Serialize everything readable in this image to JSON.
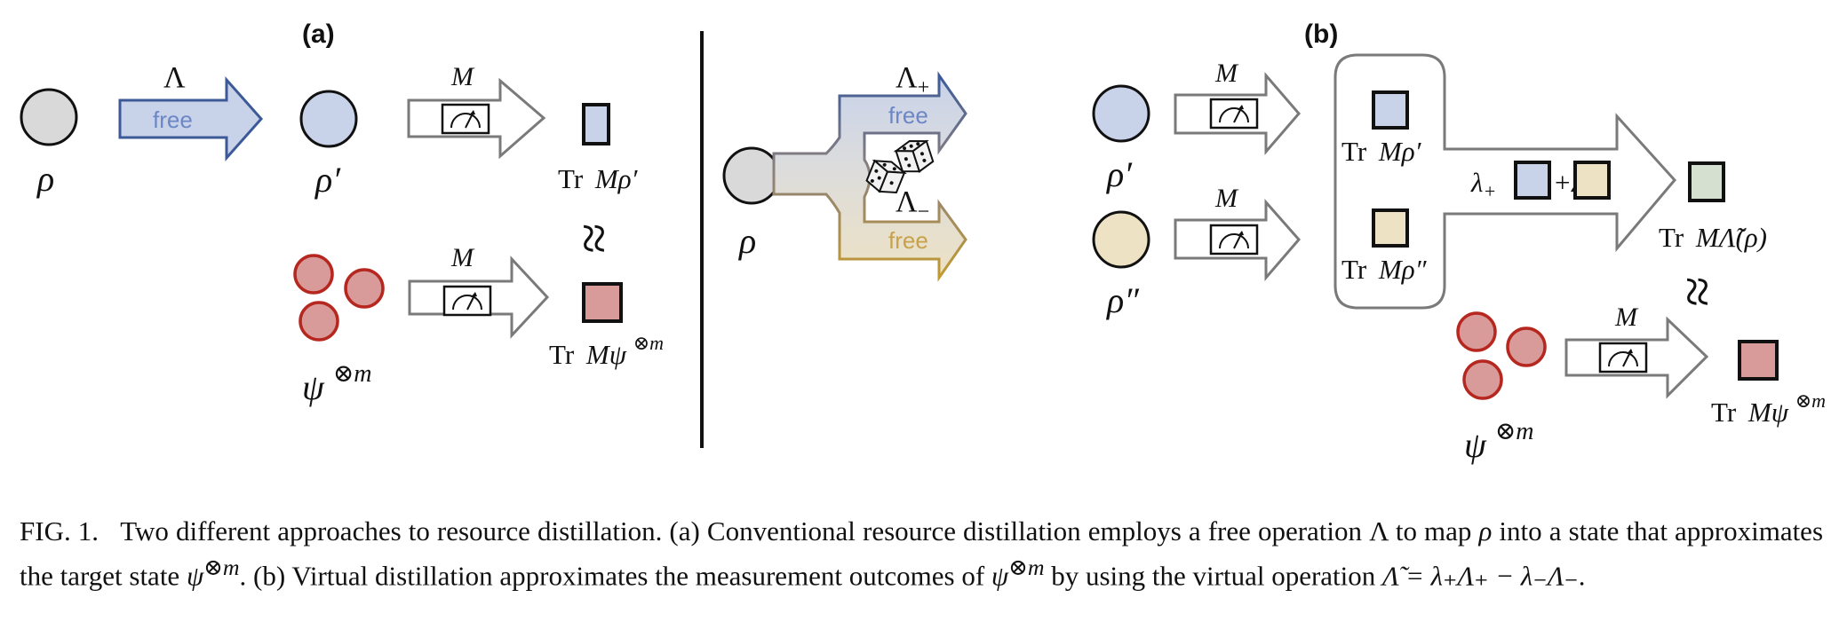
{
  "colors": {
    "gray_fill": "#d9d9d9",
    "blue_fill": "#c8d3ea",
    "blue_stroke": "#3c5a98",
    "blue_text": "#6d87c6",
    "yellow_fill": "#ede2c4",
    "yellow_stroke": "#c29a30",
    "yellow_text": "#c7a24a",
    "red_fill": "#d99a9a",
    "red_stroke": "#b5271f",
    "green_fill": "#d6e0d0",
    "gray_stroke": "#7a7a7a"
  },
  "panel_a": {
    "label": "(a)",
    "input_state": "ρ",
    "free_op_label": "Λ",
    "free_text": "free",
    "output_state": "ρ′",
    "measure_label": "M",
    "result_label_tr": "Tr",
    "result_label_math": "Mρ′",
    "approx_symbol": "≈",
    "target_state": "ψ",
    "target_state_sup": "⊗m",
    "target_measure_label": "M",
    "target_result_tr": "Tr",
    "target_result_math": "Mψ",
    "target_result_sup": "⊗m"
  },
  "panel_b": {
    "label": "(b)",
    "input_state": "ρ",
    "op_plus_label": "Λ",
    "op_plus_sub": "+",
    "op_minus_label": "Λ",
    "op_minus_sub": "−",
    "free_text_plus": "free",
    "free_text_minus": "free",
    "dice_icon": "dice",
    "state_plus": "ρ′",
    "state_minus": "ρ″",
    "measure_label_plus": "M",
    "measure_label_minus": "M",
    "box_result_plus_tr": "Tr",
    "box_result_plus_math": "Mρ′",
    "box_result_minus_tr": "Tr",
    "box_result_minus_math": "Mρ″",
    "combination_lambda_plus": "λ",
    "combination_plus_sub": "+",
    "combination_op": "+λ",
    "combination_minus_sub": "−",
    "virtual_result_tr": "Tr",
    "virtual_result_math": "MΛ̃(ρ)",
    "approx_symbol": "≈",
    "target_state": "ψ",
    "target_state_sup": "⊗m",
    "target_measure_label": "M",
    "target_result_tr": "Tr",
    "target_result_math": "Mψ",
    "target_result_sup": "⊗m"
  },
  "caption": {
    "fig_label": "FIG. 1.",
    "part1": "Two different approaches to resource distillation. (a) Conventional resource distillation employs a free operation Λ to map ",
    "rho": "ρ",
    "part2": " into a state that approximates the target state ",
    "psi1": "ψ",
    "sup1": "⊗m",
    "part3": ". (b) Virtual distillation approximates the measurement outcomes of ",
    "psi2": "ψ",
    "sup2": "⊗m",
    "part4": " by using the virtual operation ",
    "formula": "Λ̃ = λ₊Λ₊ − λ₋Λ₋",
    "end": "."
  }
}
